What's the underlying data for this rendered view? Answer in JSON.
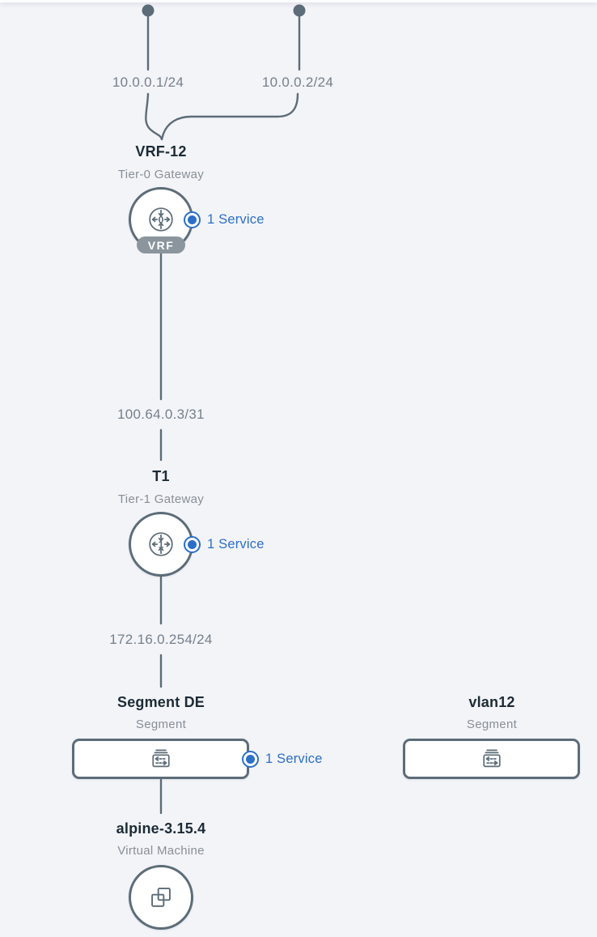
{
  "view": {
    "type": "network-topology",
    "background": "#f3f4f8"
  },
  "colors": {
    "connector": "#5c6c78",
    "node_border": "#5c6c78",
    "node_fill": "#ffffff",
    "title_text": "#1c2b35",
    "subtitle_text": "#878f96",
    "link_label_text": "#75808b",
    "service_blue": "#2b6fc9",
    "vrf_badge_bg": "#8b959d",
    "vrf_badge_text": "#ffffff"
  },
  "uplinks": [
    {
      "cidr": "10.0.0.1/24"
    },
    {
      "cidr": "10.0.0.2/24"
    }
  ],
  "links": {
    "t0_to_t1": {
      "cidr": "100.64.0.3/31"
    },
    "t1_to_segment": {
      "cidr": "172.16.0.254/24"
    }
  },
  "nodes": {
    "t0": {
      "title": "VRF-12",
      "subtitle": "Tier-0 Gateway",
      "badge": "VRF",
      "icon_digit": "0",
      "service_count_label": "1 Service"
    },
    "t1": {
      "title": "T1",
      "subtitle": "Tier-1 Gateway",
      "icon_digit": "1",
      "service_count_label": "1 Service"
    },
    "segment_de": {
      "title": "Segment DE",
      "subtitle": "Segment",
      "service_count_label": "1 Service"
    },
    "vlan12": {
      "title": "vlan12",
      "subtitle": "Segment"
    },
    "vm": {
      "title": "alpine-3.15.4",
      "subtitle": "Virtual Machine"
    }
  }
}
